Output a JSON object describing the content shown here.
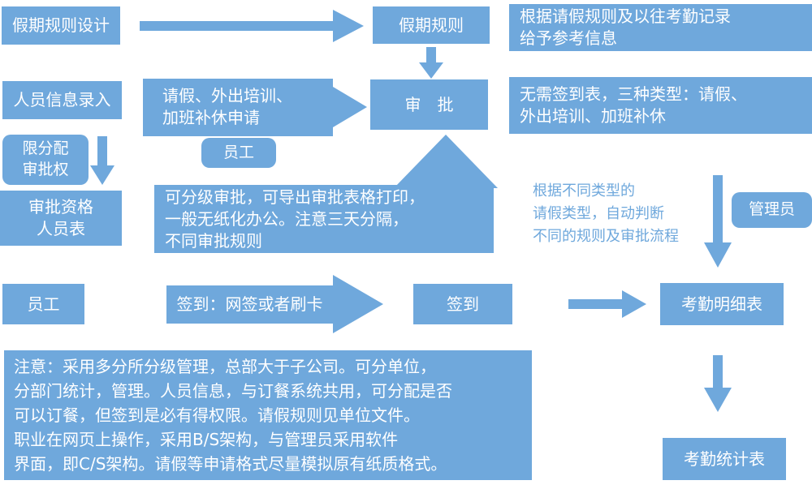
{
  "colors": {
    "blue": "#6FA8DC",
    "text_on_blue": "#FFFFFF",
    "blue_text": "#6FA8DC",
    "background": "#FFFFFF"
  },
  "nodes": {
    "holiday_rule_design": "假期规则设计",
    "holiday_rule": "假期规则",
    "reference_info": "根据请假规则及以往考勤记录\n给予参考信息",
    "personnel_info_entry": "人员信息录入",
    "leave_request": "请假、外出培训、\n加班补休申请",
    "approval": "审　批",
    "no_signin_sheet": "无需签到表，三种类型：请假、\n外出培训、加班补休",
    "employee_top": "员工",
    "limit_assign_approval": "限分配\n审批权",
    "approval_qualification_list": "审批资格\n人员表",
    "approval_note": "可分级审批，可导出审批表格打印，\n一般无纸化办公。注意三天分隔，\n不同审批规则",
    "auto_judge_note": "根据不同类型的\n请假类型，自动判断\n不同的规则及审批流程",
    "admin": "管理员",
    "employee_bottom": "员工",
    "signin_method": "签到：网签或者刷卡",
    "signin": "签到",
    "attendance_detail": "考勤明细表",
    "bottom_note": "注意：采用多分所分级管理，总部大于子公司。可分单位，\n分部门统计，管理。人员信息，与订餐系统共用，可分配是否\n可以订餐，但签到是必有得权限。请假规则见单位文件。\n职业在网页上操作，采用B/S架构，与管理员采用软件\n界面，即C/S架构。请假等申请格式尽量模拟原有纸质格式。",
    "attendance_stats": "考勤统计表"
  }
}
